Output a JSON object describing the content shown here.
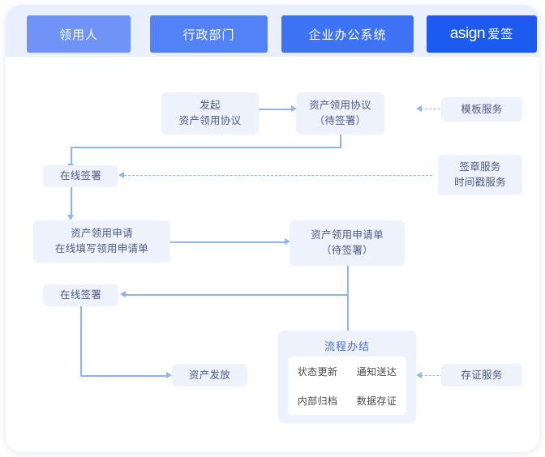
{
  "header": {
    "tabs": [
      {
        "label": "领用人",
        "color": "#6f93f7"
      },
      {
        "label": "行政部门",
        "color": "#5282f5"
      },
      {
        "label": "企业办公系统",
        "color": "#3e74f4"
      }
    ],
    "brand": {
      "latin": "asign",
      "cn": "爱签",
      "color": "#1c5af0"
    }
  },
  "flow": {
    "nodes": {
      "initiate": {
        "line1": "发起",
        "line2": "资产领用协议"
      },
      "agreement_pending": {
        "line1": "资产领用协议",
        "line2": "（待签署）"
      },
      "template_service": {
        "line1": "模板服务"
      },
      "sign_online_1": {
        "line1": "在线签署"
      },
      "seal_service": {
        "line1": "签章服务",
        "line2": "时间戳服务"
      },
      "apply": {
        "line1": "资产领用申请",
        "line2": "在线填写领用申请单"
      },
      "apply_form_pending": {
        "line1": "资产领用申请单",
        "line2": "（待签署）"
      },
      "sign_online_2": {
        "line1": "在线签署"
      },
      "asset_issue": {
        "line1": "资产发放"
      },
      "evidence_service": {
        "line1": "存证服务"
      }
    },
    "finish": {
      "title": "流程办结",
      "items": [
        "状态更新",
        "通知送达",
        "内部归档",
        "数据存证"
      ]
    }
  },
  "style": {
    "node_fill": "#eef2fd",
    "node_text": "#4e5a7e",
    "connector": "#8fb4ee"
  }
}
